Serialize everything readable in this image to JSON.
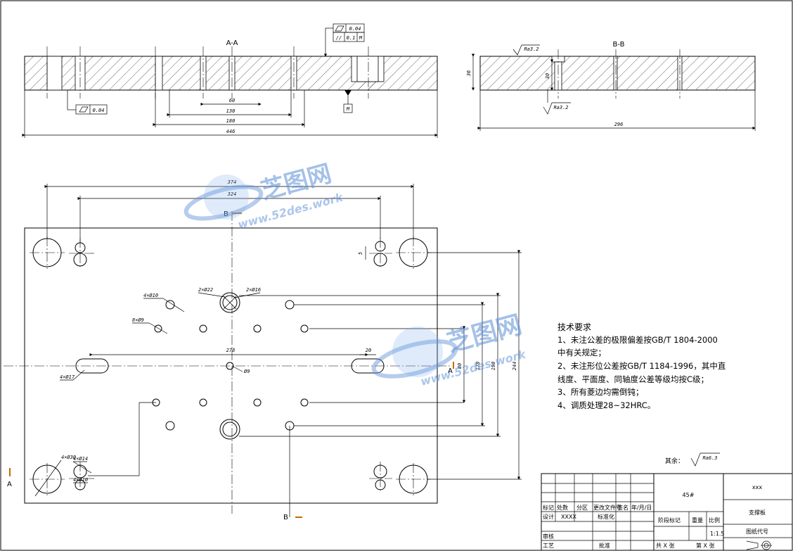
{
  "sectionA": {
    "title": "A-A",
    "flatness": "0.04",
    "gdt_top_flatness": "0.04",
    "gdt_top_parallel": "0.1",
    "gdt_top_datum": "M",
    "datum_label": "M",
    "dims": {
      "d60": "60",
      "d130": "130",
      "d180": "180",
      "d446": "446"
    }
  },
  "sectionB": {
    "title": "B-B",
    "rough_top": "Ra3.2",
    "rough_bottom": "Ra3.2",
    "dims": {
      "d36": "36",
      "d30": "30",
      "d296": "296"
    }
  },
  "plan": {
    "dims": {
      "d374": "374",
      "d324": "324",
      "d278": "278",
      "d20": "20",
      "d5": "5",
      "d80": "80",
      "d178": "178",
      "d198": "198",
      "d244": "244"
    },
    "callouts": {
      "c2x22": "2×Ø22",
      "c2x16": "2×Ø16",
      "c4x10": "4×Ø10",
      "c8x9": "8×Ø9",
      "c4x17": "4×Ø17",
      "c9": "Ø9",
      "c4x30": "4×Ø30",
      "c4x14": "4×Ø14",
      "c4x10b": "4×Ø10"
    },
    "labels": {
      "b_top": "B",
      "b_bottom": "B",
      "a_left": "A",
      "a_right": "A"
    }
  },
  "notes": {
    "title": "技术要求",
    "lines": [
      "1、未注公差的极限偏差按GB/T 1804-2000",
      "中有关规定；",
      "2、未注形位公差按GB/T 1184-1996，其中直",
      "线度、平面度、同轴度公差等级均按C级；",
      "3、所有菱边均需倒钝；",
      "4、调质处理28~32HRC。"
    ]
  },
  "rest_roughness": {
    "label": "其余：",
    "value": "Ra6.3"
  },
  "title_block": {
    "material": "45#",
    "company": "xxx",
    "part_name": "支撑板",
    "drawing_code_label": "图纸代号",
    "biaoji": "标记",
    "chushu": "处数",
    "fenqu": "分区",
    "gengai": "更改文件号",
    "qianming": "签名",
    "nianyueri": "年/月/日",
    "sheji": "设计",
    "sheji_name": "XXXX",
    "biaozhunhua": "标准化",
    "shenhe": "审核",
    "gongyi": "工艺",
    "pizhun": "批准",
    "jieduan": "阶段标记",
    "zhongliang": "重量",
    "bili": "比例",
    "scale": "1:1.5",
    "gong": "共 X 张",
    "di": "第 X 张"
  },
  "watermark": {
    "brand": "芝图网",
    "url": "www.52des.work"
  }
}
